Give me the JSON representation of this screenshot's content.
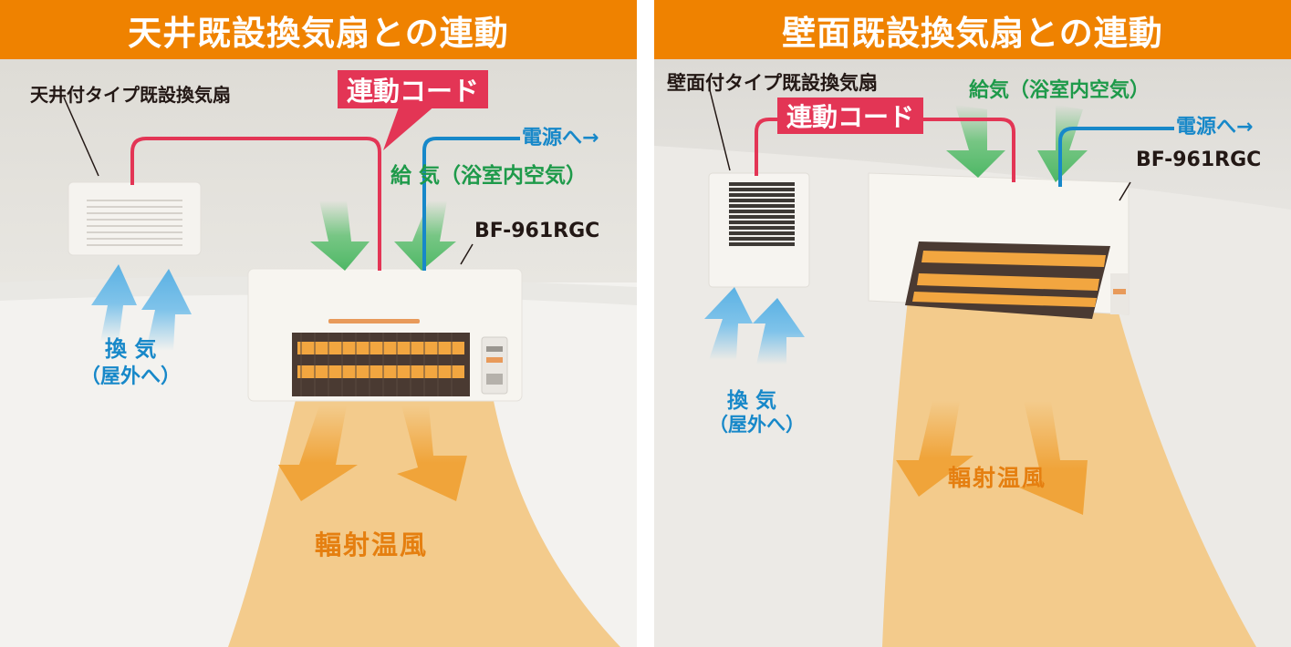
{
  "colors": {
    "header_bg": "#ef8200",
    "link_cord": "#e33555",
    "power_line": "#1788c9",
    "supply_air": "#1e9a4a",
    "exhaust_air": "#5bb1e3",
    "radiant_heat": "#f0a43a"
  },
  "left_panel": {
    "title": "天井既設換気扇との連動",
    "existing_fan_label": "天井付タイプ既設換気扇",
    "link_cord_label": "連動コード",
    "power_label": "電源へ→",
    "supply_label": "給 気（浴室内空気）",
    "model_label": "BF-961RGC",
    "exhaust_label_1": "換 気",
    "exhaust_label_2": "（屋外へ）",
    "heat_label": "輻射温風"
  },
  "right_panel": {
    "title": "壁面既設換気扇との連動",
    "existing_fan_label": "壁面付タイプ既設換気扇",
    "link_cord_label": "連動コード",
    "power_label": "電源へ→",
    "supply_label": "給気（浴室内空気）",
    "model_label": "BF-961RGC",
    "exhaust_label_1": "換 気",
    "exhaust_label_2": "（屋外へ）",
    "heat_label": "輻射温風"
  }
}
